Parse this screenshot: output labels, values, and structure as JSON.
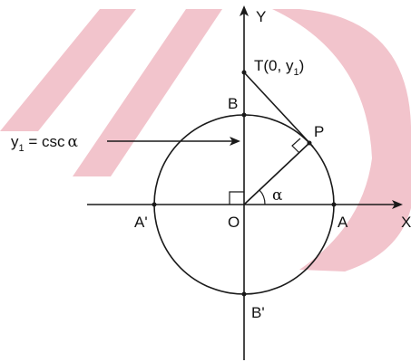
{
  "diagram": {
    "watermark_color": "#f2c4cc",
    "axes": {
      "x_label": "X",
      "y_label": "Y"
    },
    "points": {
      "origin": "O",
      "a": "A",
      "a_prime": "A'",
      "b": "B",
      "b_prime": "B'",
      "p": "P"
    },
    "tangent_point": {
      "prefix": "T(0, y",
      "subscript": "1",
      "suffix": ")"
    },
    "angle": "α",
    "annotation": {
      "y": "y",
      "subscript": "1",
      "equals": " = csc",
      "alpha": "α"
    }
  }
}
